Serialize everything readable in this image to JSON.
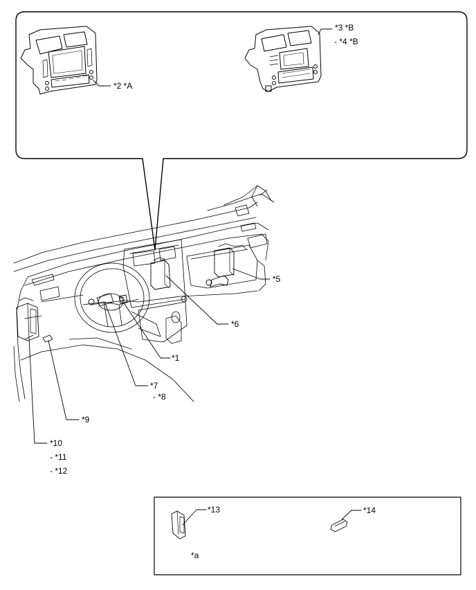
{
  "callouts": {
    "c1": "*1",
    "c2": "*2 *A",
    "c3": "*3 *B",
    "c4": "- *4 *B",
    "c5": "*5",
    "c6": "*6",
    "c7": "*7",
    "c8": "- *8",
    "c9": "*9",
    "c10": "*10",
    "c11": "- *11",
    "c12": "- *12",
    "c13": "*13",
    "c14": "*14",
    "ca": "*a"
  },
  "colors": {
    "line": "#000000",
    "background": "#ffffff"
  }
}
